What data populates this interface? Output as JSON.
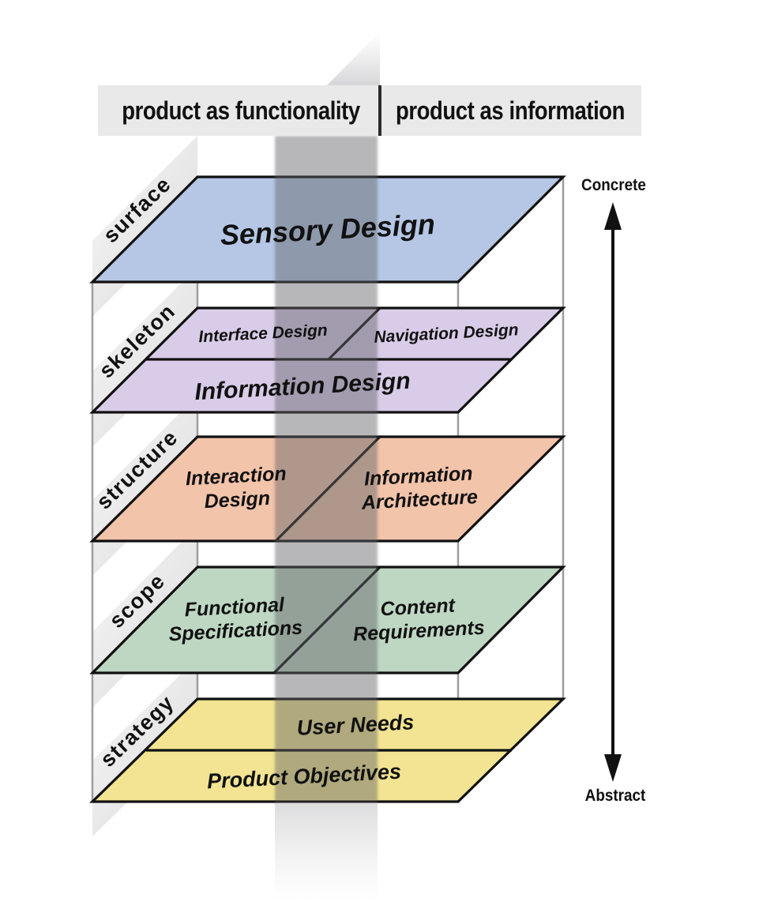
{
  "header": {
    "left_label": "product as functionality",
    "right_label": "product as information"
  },
  "axis": {
    "top_label": "Concrete",
    "bottom_label": "Abstract"
  },
  "layers": {
    "surface": {
      "side_label": "surface",
      "color": "#b5c7e5",
      "title": "Sensory Design"
    },
    "skeleton": {
      "side_label": "skeleton",
      "color": "#d9cce8",
      "cells": {
        "top_left": "Interface Design",
        "top_right": "Navigation Design",
        "bottom": "Information Design"
      }
    },
    "structure": {
      "side_label": "structure",
      "color": "#f2c4aa",
      "cells": {
        "left_line1": "Interaction",
        "left_line2": "Design",
        "right_line1": "Information",
        "right_line2": "Architecture"
      }
    },
    "scope": {
      "side_label": "scope",
      "color": "#bed7c3",
      "cells": {
        "left_line1": "Functional",
        "left_line2": "Specifications",
        "right_line1": "Content",
        "right_line2": "Requirements"
      }
    },
    "strategy": {
      "side_label": "strategy",
      "color": "#f2e492",
      "rows": {
        "top": "User Needs",
        "bottom": "Product Objectives"
      }
    }
  },
  "palette": {
    "plate_border": "#111111",
    "frame_line": "#9e9e9e",
    "header_bg": "#e9e9e9",
    "header_divider": "#2b2b2b",
    "shadow_band": "#626268",
    "wall_light": "#f4f4f4",
    "wall_dark": "#dcdcdc",
    "text": "#111111"
  }
}
